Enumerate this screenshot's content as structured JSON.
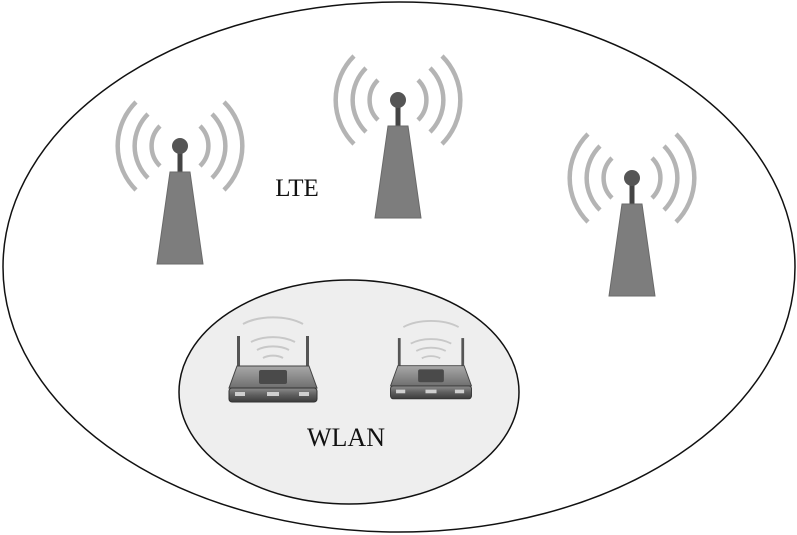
{
  "diagram": {
    "outer_region_label": "LTE",
    "inner_region_label": "WLAN",
    "outer_region_fill": "#ffffff",
    "inner_region_fill": "#eeeeee",
    "stroke_color": "#111111",
    "tower_color": "#7d7d7d",
    "wave_color": "#b4b4b4",
    "router_color": "#6a6a6a",
    "tower_count": 3,
    "router_count": 2,
    "tower_icon": "cell-tower-icon",
    "router_icon": "wireless-router-icon"
  }
}
